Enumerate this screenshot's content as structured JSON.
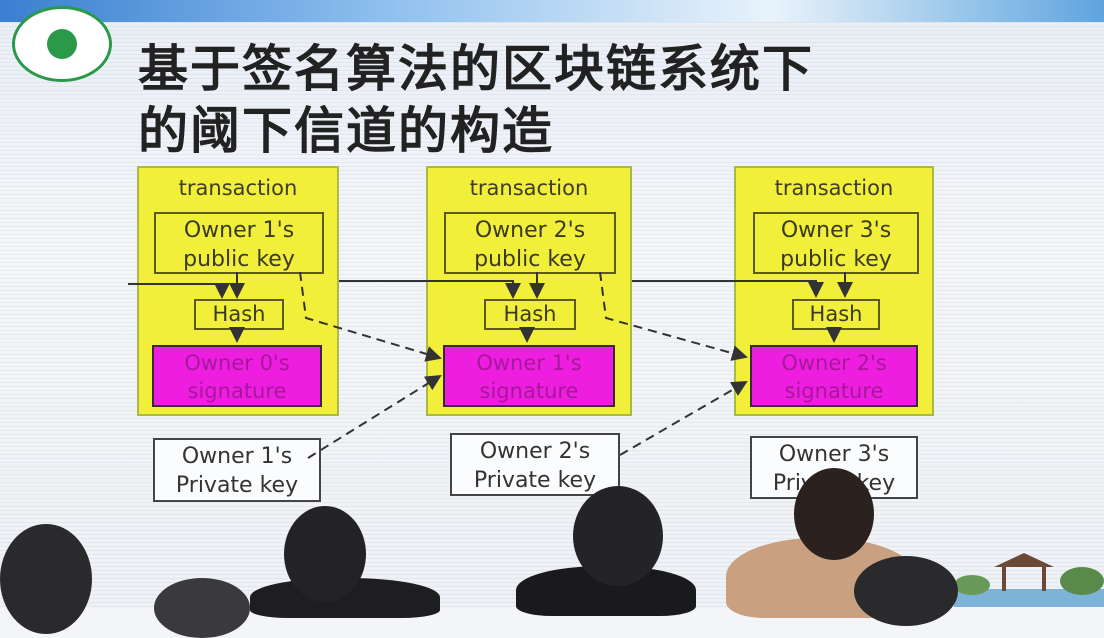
{
  "title_line1": "基于签名算法的区块链系统下",
  "title_line2": "的阈下信道的构造",
  "transactions": [
    {
      "label": "transaction",
      "public_key_line1": "Owner 1's",
      "public_key_line2": "public key",
      "hash": "Hash",
      "signature_line1": "Owner 0's",
      "signature_line2": "signature",
      "private_key_line1": "Owner 1's",
      "private_key_line2": "Private key"
    },
    {
      "label": "transaction",
      "public_key_line1": "Owner 2's",
      "public_key_line2": "public key",
      "hash": "Hash",
      "signature_line1": "Owner 1's",
      "signature_line2": "signature",
      "private_key_line1": "Owner 2's",
      "private_key_line2": "Private key"
    },
    {
      "label": "transaction",
      "public_key_line1": "Owner 3's",
      "public_key_line2": "public key",
      "hash": "Hash",
      "signature_line1": "Owner 2's",
      "signature_line2": "signature",
      "private_key_line1": "Owner 3's",
      "private_key_line2": "Private key"
    }
  ],
  "colors": {
    "transaction_fill": "#f2ef3a",
    "signature_fill": "#ee1ee0",
    "logo_green": "#2a9a4a"
  }
}
